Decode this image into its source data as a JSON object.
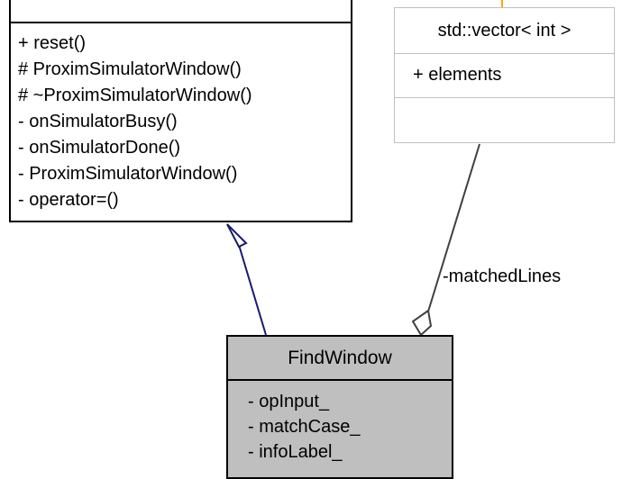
{
  "parent_class": {
    "methods": [
      "+ reset()",
      "# ProximSimulatorWindow()",
      "# ~ProximSimulatorWindow()",
      "- onSimulatorBusy()",
      "- onSimulatorDone()",
      "- ProximSimulatorWindow()",
      "- operator=()"
    ]
  },
  "vector_class": {
    "name": "std::vector< int >",
    "attributes": [
      "+ elements"
    ]
  },
  "find_class": {
    "name": "FindWindow",
    "attributes": [
      "- opInput_",
      "- matchCase_",
      "- infoLabel_"
    ]
  },
  "aggregation_label": "-matchedLines",
  "colors": {
    "inheritance_edge": "#191970",
    "aggregation_edge": "#404040",
    "offscreen_edge": "#ffa500",
    "highlight_fill": "#bfbfbf",
    "muted_border": "#c0c0c0"
  }
}
